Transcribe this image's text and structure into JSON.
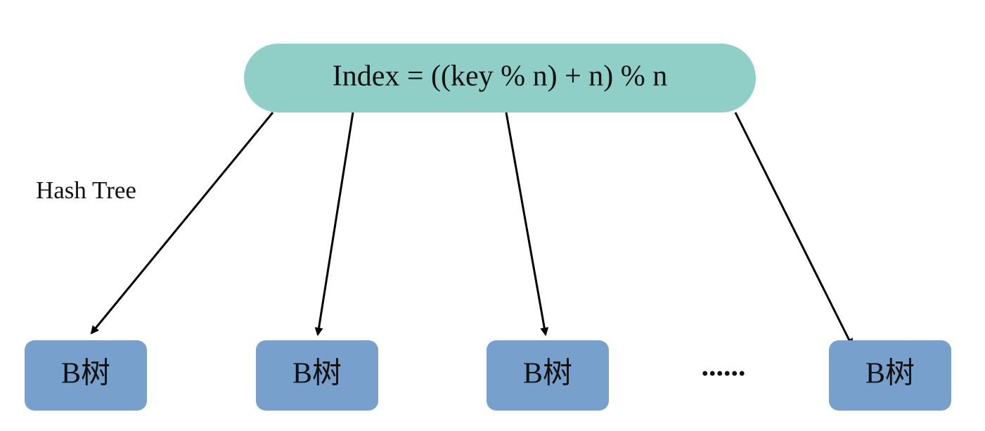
{
  "diagram": {
    "root": {
      "label": "Index = ((key % n) + n) % n",
      "color": "#8fcfc8"
    },
    "side_label": "Hash Tree",
    "leaves": [
      {
        "label": "B树",
        "color": "#78a0cc"
      },
      {
        "label": "B树",
        "color": "#78a0cc"
      },
      {
        "label": "B树",
        "color": "#78a0cc"
      },
      {
        "label": "B树",
        "color": "#78a0cc"
      }
    ],
    "ellipsis": "......",
    "edges": [
      {
        "from": "root",
        "to": "leaf-1"
      },
      {
        "from": "root",
        "to": "leaf-2"
      },
      {
        "from": "root",
        "to": "leaf-3"
      },
      {
        "from": "root",
        "to": "leaf-4"
      }
    ]
  }
}
